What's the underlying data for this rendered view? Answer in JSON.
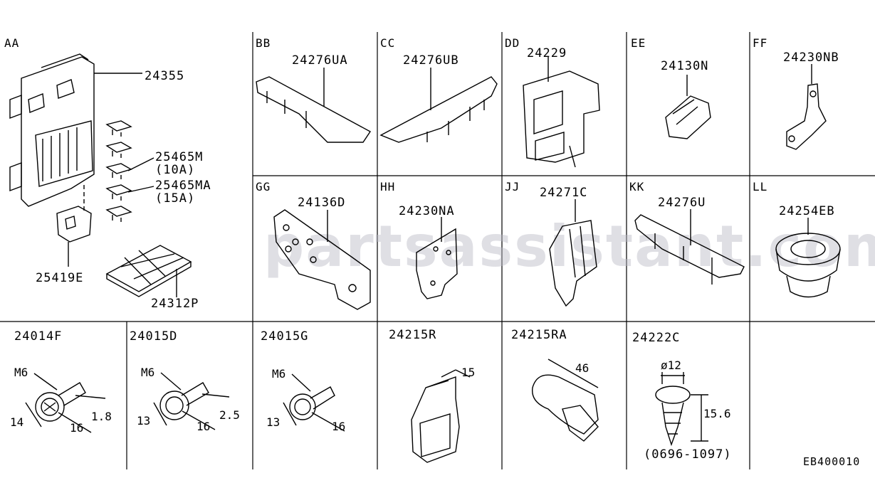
{
  "colors": {
    "line": "#000000",
    "background": "#ffffff",
    "watermark": "#b9b9c3"
  },
  "watermark": "partsassistant.com",
  "diagram_code": "EB400010",
  "cells": [
    {
      "id": "AA",
      "label": "AA"
    },
    {
      "id": "BB",
      "label": "BB"
    },
    {
      "id": "CC",
      "label": "CC"
    },
    {
      "id": "DD",
      "label": "DD"
    },
    {
      "id": "EE",
      "label": "EE"
    },
    {
      "id": "FF",
      "label": "FF"
    },
    {
      "id": "GG",
      "label": "GG"
    },
    {
      "id": "HH",
      "label": "HH"
    },
    {
      "id": "JJ",
      "label": "JJ"
    },
    {
      "id": "KK",
      "label": "KK"
    },
    {
      "id": "LL",
      "label": "LL"
    }
  ],
  "parts": {
    "p24355": "24355",
    "p25465M": "25465M",
    "p25465M_rating": "(10A)",
    "p25465MA": "25465MA",
    "p25465MA_rating": "(15A)",
    "p25419E": "25419E",
    "p24312P": "24312P",
    "p24276UA": "24276UA",
    "p24276UB": "24276UB",
    "p24229": "24229",
    "p24130N": "24130N",
    "p24230NB": "24230NB",
    "p24136D": "24136D",
    "p24230NA": "24230NA",
    "p24271C": "24271C",
    "p24276U": "24276U",
    "p24254EB": "24254EB",
    "p24014F": "24014F",
    "p24015D": "24015D",
    "p24015G": "24015G",
    "p24215R": "24215R",
    "p24215RA": "24215RA",
    "p24222C": "24222C",
    "p24222C_date": "(0696-1097)"
  },
  "dims": {
    "b1_thread": "M6",
    "b1_head": "14",
    "b1_len": "16",
    "b1_tip": "1.8",
    "b2_thread": "M6",
    "b2_head": "13",
    "b2_len": "16",
    "b2_tip": "2.5",
    "b3_thread": "M6",
    "b3_head": "13",
    "b3_len": "16",
    "r_width": "15",
    "ra_width": "46",
    "c_dia": "ø12",
    "c_len": "15.6"
  }
}
